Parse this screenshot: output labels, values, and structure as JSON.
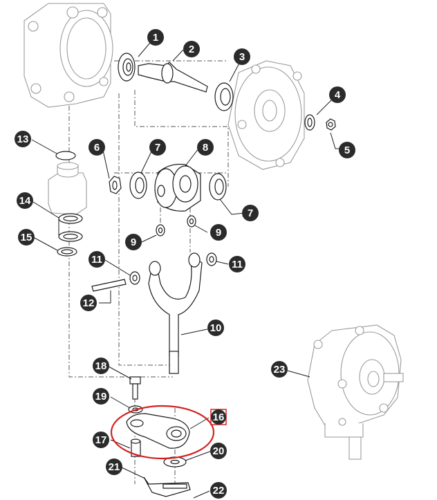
{
  "diagram": {
    "callouts": [
      {
        "id": "1",
        "label": "1"
      },
      {
        "id": "2",
        "label": "2"
      },
      {
        "id": "3",
        "label": "3"
      },
      {
        "id": "4",
        "label": "4"
      },
      {
        "id": "5",
        "label": "5"
      },
      {
        "id": "6",
        "label": "6"
      },
      {
        "id": "7a",
        "label": "7"
      },
      {
        "id": "7b",
        "label": "7"
      },
      {
        "id": "8",
        "label": "8"
      },
      {
        "id": "9a",
        "label": "9"
      },
      {
        "id": "9b",
        "label": "9"
      },
      {
        "id": "10",
        "label": "10"
      },
      {
        "id": "11a",
        "label": "11"
      },
      {
        "id": "11b",
        "label": "11"
      },
      {
        "id": "12",
        "label": "12"
      },
      {
        "id": "13",
        "label": "13"
      },
      {
        "id": "14",
        "label": "14"
      },
      {
        "id": "15",
        "label": "15"
      },
      {
        "id": "16",
        "label": "16"
      },
      {
        "id": "17",
        "label": "17"
      },
      {
        "id": "18",
        "label": "18"
      },
      {
        "id": "19",
        "label": "19"
      },
      {
        "id": "20",
        "label": "20"
      },
      {
        "id": "21",
        "label": "21"
      },
      {
        "id": "22",
        "label": "22"
      },
      {
        "id": "23",
        "label": "23"
      }
    ],
    "highlight_color": "#d42020",
    "callout_color": "#111111"
  }
}
